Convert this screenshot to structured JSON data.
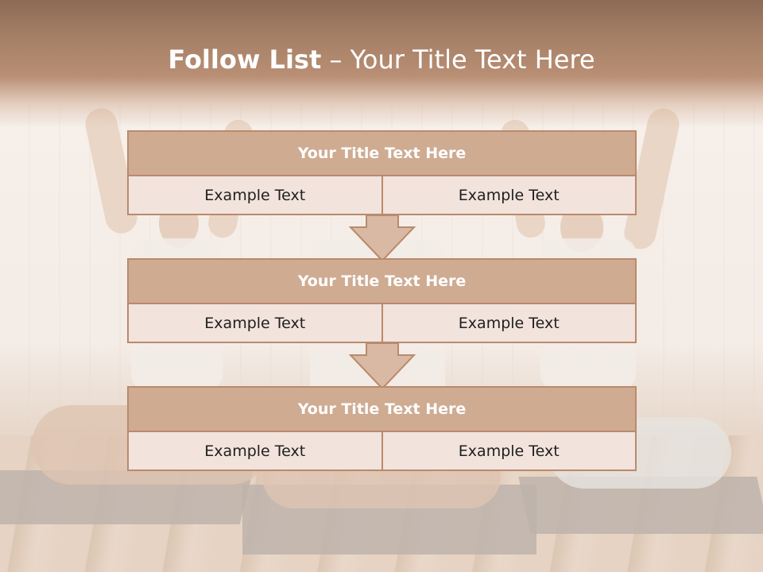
{
  "slide": {
    "title_bold": "Follow List",
    "title_rest": " – Your Title Text Here"
  },
  "steps": [
    {
      "title": "Your Title Text Here",
      "left": "Example Text",
      "right": "Example Text"
    },
    {
      "title": "Your Title Text Here",
      "left": "Example Text",
      "right": "Example Text"
    },
    {
      "title": "Your Title Text Here",
      "left": "Example Text",
      "right": "Example Text"
    }
  ],
  "colors": {
    "header_band": "#a47f66",
    "block_title_fill": "#cfab92",
    "block_border": "#b98a6c",
    "cell_fill": "#f2e3dc",
    "arrow_fill": "#d9b9a3"
  },
  "icons": [
    "down-arrow-icon"
  ]
}
